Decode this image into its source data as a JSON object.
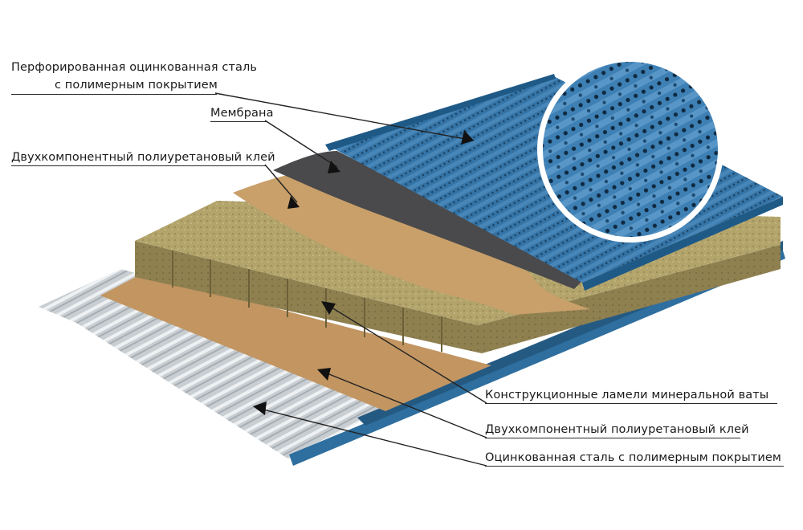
{
  "labels": {
    "perforated_steel_line1": "Перфорированная оцинкованная сталь",
    "perforated_steel_line2": "с полимерным покрытием",
    "membrane": "Мембрана",
    "adhesive_top": "Двухкомпонентный полиуретановый клей",
    "mineral_wool": "Конструкционные ламели минеральной ваты",
    "adhesive_bottom": "Двухкомпонентный полиуретановый клей",
    "steel_bottom": "Оцинкованная сталь с полимерным покрытием"
  },
  "colors": {
    "blue_steel": "#2f6f9f",
    "membrane": "#4a4a4c",
    "adhesive": "#c49a63",
    "mineral_wool": "#b3a46c",
    "galvanized": "#c9ced2"
  }
}
